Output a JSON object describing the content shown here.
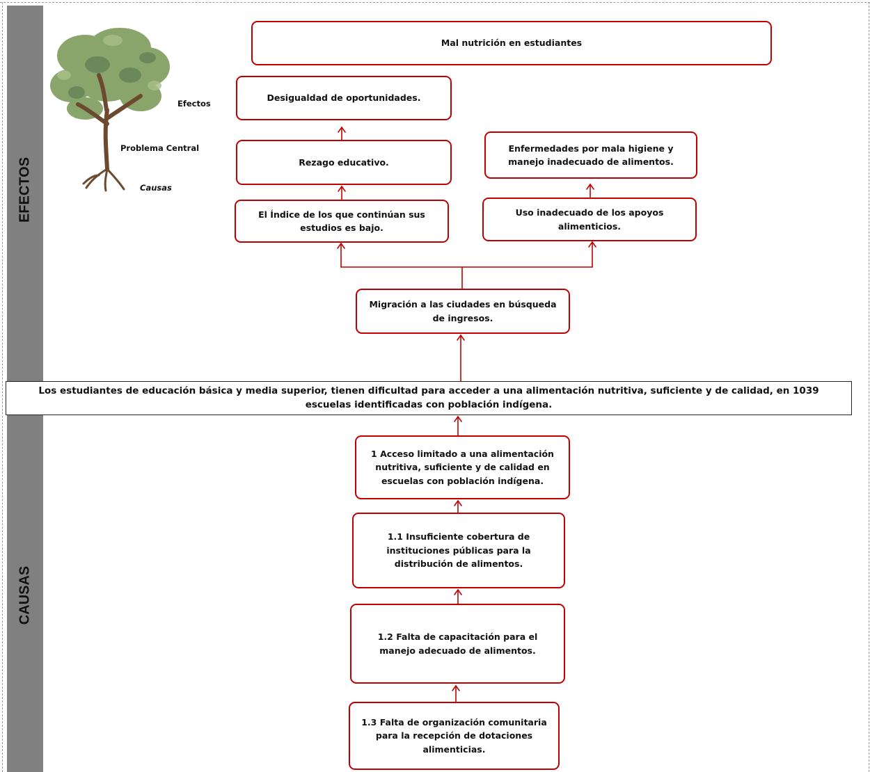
{
  "sections": {
    "effects_label": "EFECTOS",
    "causes_label": "CAUSAS"
  },
  "legend": {
    "effects": "Efectos",
    "problem": "Problema Central",
    "causes": "Causas"
  },
  "top_effect": "Mal nutrición en estudiantes",
  "effects": {
    "inequality": "Desigualdad de oportunidades.",
    "educational_lag": "Rezago educativo.",
    "low_continuation": "El Índice de los que continúan sus estudios es bajo.",
    "diseases": "Enfermedades por mala higiene y manejo inadecuado de alimentos.",
    "misuse_support": "Uso inadecuado de los apoyos alimenticios.",
    "migration": "Migración a las ciudades en búsqueda de ingresos."
  },
  "central_problem": "Los estudiantes de educación básica y media superior, tienen dificultad para acceder a una alimentación nutritiva, suficiente y de calidad, en 1039 escuelas identificadas con población indígena.",
  "causes": {
    "c1": "1 Acceso limitado a una alimentación nutritiva, suficiente y de calidad en escuelas con población indígena.",
    "c1_1": "1.1 Insuficiente cobertura de instituciones públicas para la distribución de alimentos.",
    "c1_2": "1.2 Falta de capacitación para el manejo adecuado de alimentos.",
    "c1_3": "1.3 Falta de organización comunitaria para la recepción de dotaciones alimenticias."
  },
  "colors": {
    "box_border": "#c00000",
    "band": "#808080",
    "foliage": "#8aa56b",
    "trunk": "#6b4a30"
  }
}
